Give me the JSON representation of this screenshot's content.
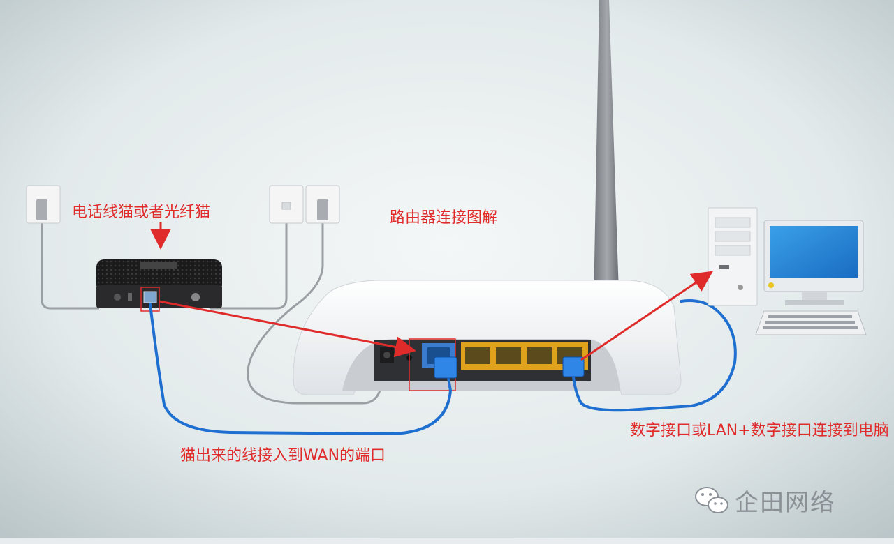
{
  "title": "路由器连接图解",
  "labels": {
    "modem": "电话线猫或者光纤猫",
    "wan": "猫出来的线接入到WAN的端口",
    "lan": "数字接口或LAN+数字接口连接到电脑"
  },
  "watermark": "企田网络",
  "colors": {
    "annotation": "#e02b2b",
    "cable_blue": "#1f6fd0",
    "port_yellow": "#e0a11c",
    "router_white": "#f2f4f6",
    "modem_black": "#1b1b1c"
  },
  "icons": [
    "wechat-logo-icon",
    "wall-socket-icon",
    "tower-pc-icon",
    "monitor-icon",
    "keyboard-icon"
  ]
}
